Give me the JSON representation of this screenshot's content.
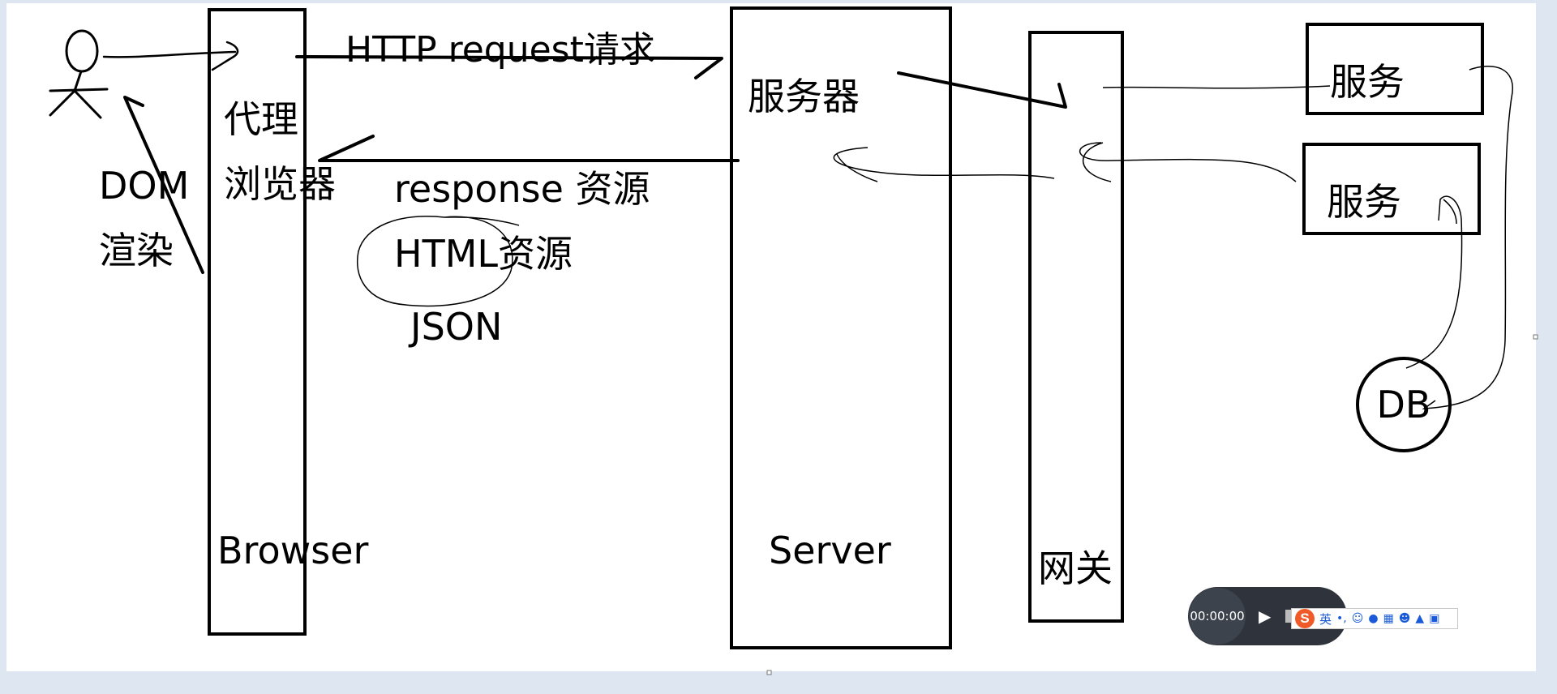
{
  "diagram": {
    "stick_figure_label": "",
    "labels": {
      "http_request": "HTTP  request请求",
      "proxy": "代理",
      "browser_cn": "浏览器",
      "dom": "DOM",
      "render": "渲染",
      "response": "response  资源",
      "html_resource": "HTML资源",
      "json": "JSON",
      "server_cn": "服务器",
      "browser": "Browser",
      "server": "Server",
      "gateway": "网关",
      "service_1": "服务",
      "service_2": "服务",
      "db": "DB"
    }
  },
  "recorder": {
    "time": "00:00:00",
    "play_icon": "play-icon",
    "stop_icon": "stop-icon"
  },
  "ime_toolbar": {
    "logo": "S",
    "mode": "英",
    "icons": [
      "punctuation-icon",
      "emoji-icon",
      "microphone-icon",
      "keyboard-icon",
      "user-icon",
      "shirt-icon",
      "grid-icon"
    ]
  },
  "colors": {
    "page_background": "#dde6f1",
    "canvas": "#ffffff",
    "ink": "#000000",
    "recorder": "#2f333b",
    "ime_accent": "#1a5ad8",
    "ime_logo": "#f05a28"
  }
}
